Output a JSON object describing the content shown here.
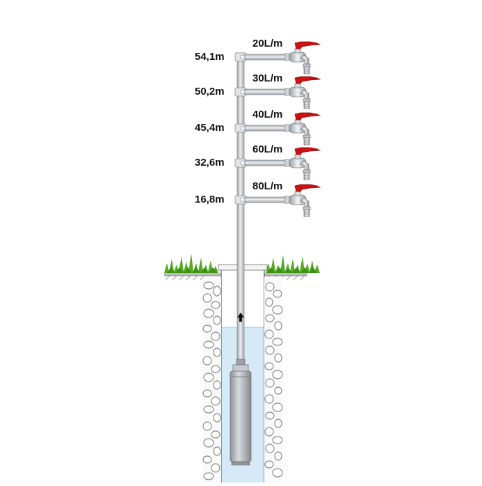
{
  "outlets": [
    {
      "height": "54,1m",
      "flow": "20L/m"
    },
    {
      "height": "50,2m",
      "flow": "30L/m"
    },
    {
      "height": "45,4m",
      "flow": "40L/m"
    },
    {
      "height": "32,6m",
      "flow": "60L/m"
    },
    {
      "height": "16,8m",
      "flow": "80L/m"
    }
  ],
  "colors": {
    "tap_handle": "#cc1111",
    "water": "#d6e9f6",
    "grass": "#55aa22",
    "pipe": "#c9cccf",
    "pump": "#a9acaf"
  }
}
